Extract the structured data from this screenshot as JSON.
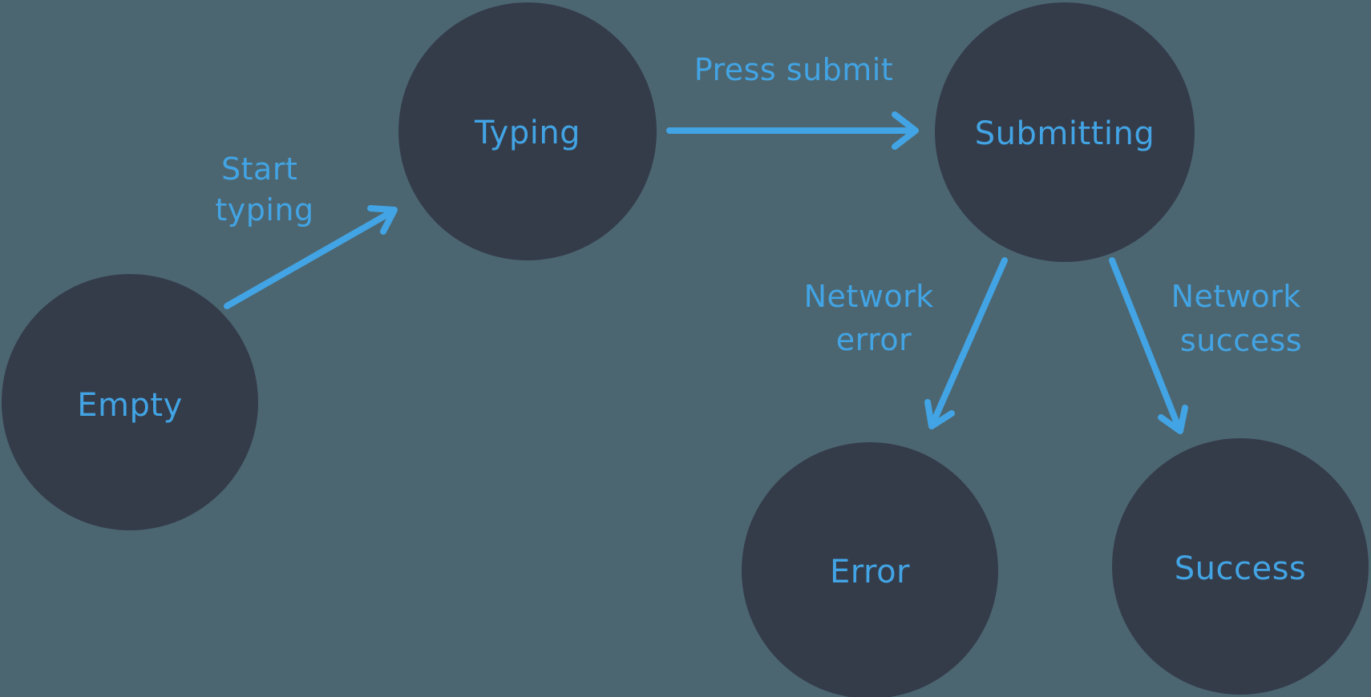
{
  "diagram": {
    "type": "state-machine",
    "colors": {
      "background": "#4C6671",
      "node_fill": "#343C4A",
      "accent": "#42A4E4"
    },
    "nodes": [
      {
        "id": "empty",
        "label": "Empty"
      },
      {
        "id": "typing",
        "label": "Typing"
      },
      {
        "id": "submitting",
        "label": "Submitting"
      },
      {
        "id": "error",
        "label": "Error"
      },
      {
        "id": "success",
        "label": "Success"
      }
    ],
    "edges": [
      {
        "from": "empty",
        "to": "typing",
        "label_lines": [
          "Start",
          "typing"
        ]
      },
      {
        "from": "typing",
        "to": "submitting",
        "label_lines": [
          "Press submit"
        ]
      },
      {
        "from": "submitting",
        "to": "error",
        "label_lines": [
          "Network",
          "error"
        ]
      },
      {
        "from": "submitting",
        "to": "success",
        "label_lines": [
          "Network",
          "success"
        ]
      }
    ]
  }
}
